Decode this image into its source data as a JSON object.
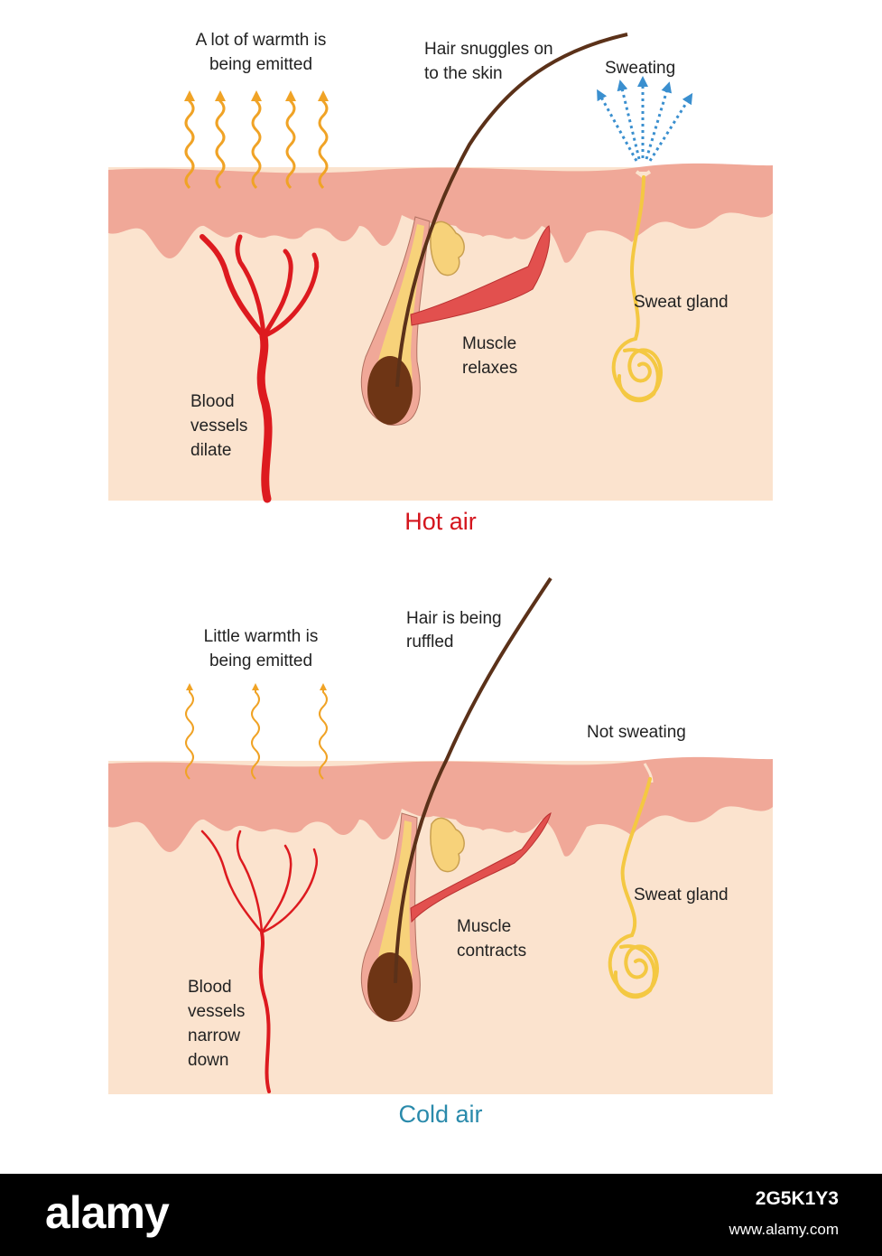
{
  "hot_panel": {
    "caption": "Hot air",
    "labels": {
      "warmth_line1": "A lot of warmth is",
      "warmth_line2": "being emitted",
      "hair_line1": "Hair snuggles on",
      "hair_line2": "to the skin",
      "sweating": "Sweating",
      "sweat_gland": "Sweat gland",
      "muscle_line1": "Muscle",
      "muscle_line2": "relaxes",
      "blood_line1": "Blood",
      "blood_line2": "vessels",
      "blood_line3": "dilate"
    }
  },
  "cold_panel": {
    "caption": "Cold air",
    "labels": {
      "warmth_line1": "Little warmth is",
      "warmth_line2": "being emitted",
      "hair_line1": "Hair is being",
      "hair_line2": "ruffled",
      "not_sweating": "Not sweating",
      "sweat_gland": "Sweat gland",
      "muscle_line1": "Muscle",
      "muscle_line2": "contracts",
      "blood_line1": "Blood",
      "blood_line2": "vessels",
      "blood_line3": "narrow",
      "blood_line4": "down"
    }
  },
  "watermark": {
    "brand": "alamy",
    "image_id": "2G5K1Y3",
    "site": "www.alamy.com"
  },
  "colors": {
    "dermis": "#fbe3ce",
    "epidermis": "#f0a898",
    "blood": "#dd1a1f",
    "heat": "#f0a326",
    "sweat_gland": "#f4c842",
    "hair": "#5b3119",
    "muscle": "#e2504e",
    "sweat_drops": "#3a8fcf",
    "hot_caption": "#d4151d",
    "cold_caption": "#2a8aab"
  }
}
